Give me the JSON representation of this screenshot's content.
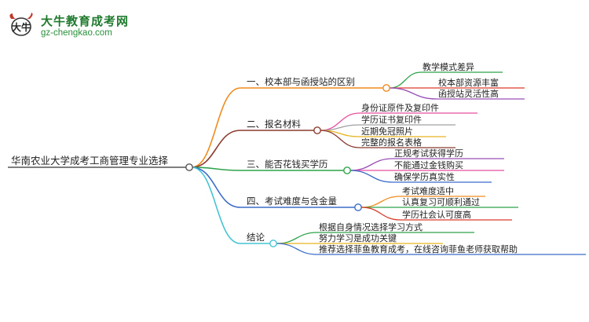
{
  "brand": {
    "name": "大牛教育成考网",
    "url": "gz-chengkao.com",
    "mark_text": "大牛"
  },
  "mindmap": {
    "root": "华南农业大学成考工商管理专业选择",
    "branches": [
      {
        "label": "一、校本部与函授站的区别",
        "color": "#f08c1e",
        "children": [
          {
            "label": "教学模式差异",
            "color": "#2fa34a"
          },
          {
            "label": "校本部资源丰富",
            "color": "#d93a2b"
          },
          {
            "label": "函授站灵活性高",
            "color": "#9a4fb8"
          }
        ]
      },
      {
        "label": "二、报名材料",
        "color": "#8c3b2f",
        "children": [
          {
            "label": "身份证原件及复印件",
            "color": "#e84fa0"
          },
          {
            "label": "学历证书复印件",
            "color": "#a0a0a0"
          },
          {
            "label": "近期免冠照片",
            "color": "#e8b41e"
          },
          {
            "label": "完整的报名表格",
            "color": "#8c3b2f"
          }
        ]
      },
      {
        "label": "三、能否花钱买学历",
        "color": "#2fa34a",
        "children": [
          {
            "label": "正规考试获得学历",
            "color": "#9a4fb8"
          },
          {
            "label": "不能通过金钱购买",
            "color": "#e84fa0"
          },
          {
            "label": "确保学历真实性",
            "color": "#3b6cc9"
          }
        ]
      },
      {
        "label": "四、考试难度与含金量",
        "color": "#3b6cc9",
        "children": [
          {
            "label": "考试难度适中",
            "color": "#f08c1e"
          },
          {
            "label": "认真复习可顺利通过",
            "color": "#2fa34a"
          },
          {
            "label": "学历社会认可度高",
            "color": "#d93a2b"
          }
        ]
      },
      {
        "label": "结论",
        "color": "#45c4d4",
        "children": [
          {
            "label": "根据自身情况选择学习方式",
            "color": "#2fa34a"
          },
          {
            "label": "努力学习是成功关键",
            "color": "#e8b41e"
          },
          {
            "label": "推荐选择菲鱼教育成考，在线咨询菲鱼老师获取帮助",
            "color": "#3b6cc9"
          }
        ]
      }
    ]
  }
}
